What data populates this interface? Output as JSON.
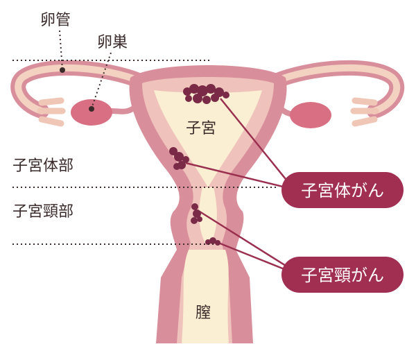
{
  "labels": {
    "fallopian_tube": "卵管",
    "ovary": "卵巣",
    "uterus": "子宮",
    "uterine_body": "子宮体部",
    "cervix": "子宮頸部",
    "vagina": "膣"
  },
  "badges": {
    "endometrial_cancer": "子宮体がん",
    "cervical_cancer": "子宮頸がん"
  },
  "colors": {
    "outer_tissue": "#d98f9b",
    "inner_tissue": "#efc3bb",
    "cavity": "#faefd2",
    "tumor": "#7a2a47",
    "badge": "#a02f52",
    "dotted_line": "#3a2a2a"
  }
}
